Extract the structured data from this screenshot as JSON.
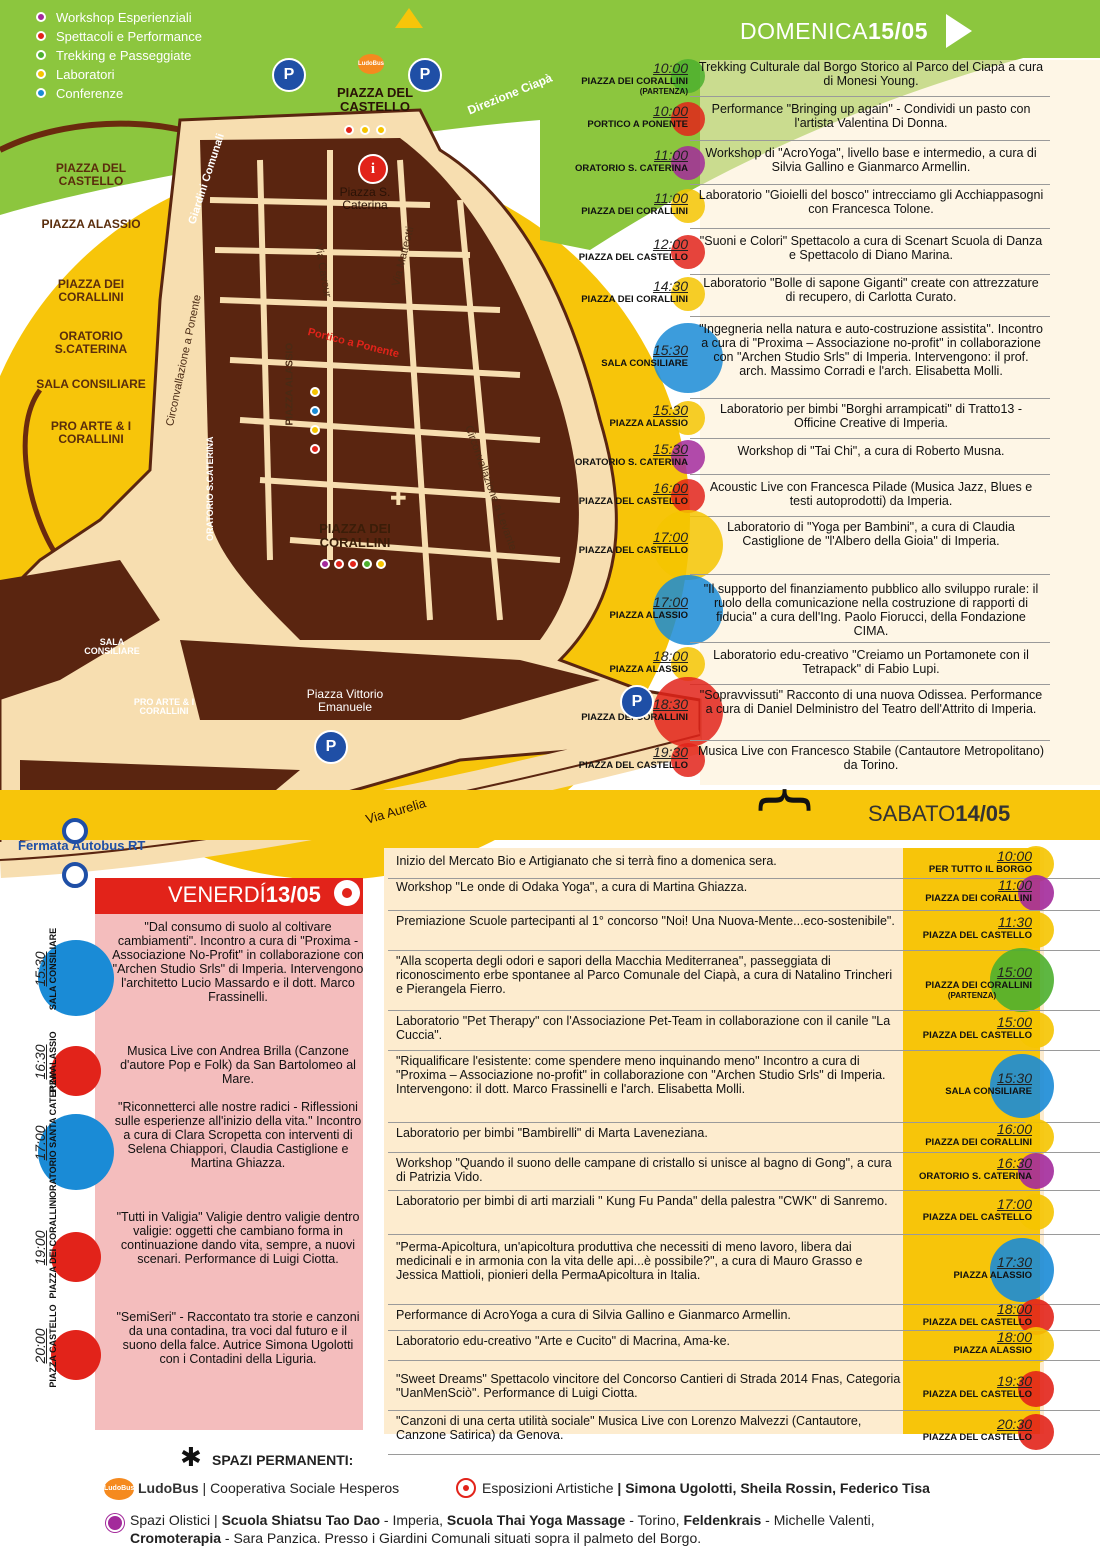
{
  "legend": [
    {
      "label": "Workshop Esperienziali",
      "color": "#a32a9b"
    },
    {
      "label": "Spettacoli e Performance",
      "color": "#e2231a"
    },
    {
      "label": "Trekking e Passeggiate",
      "color": "#4caf2e"
    },
    {
      "label": "Laboratori",
      "color": "#f5c400"
    },
    {
      "label": "Conferenze",
      "color": "#1a8bd6"
    }
  ],
  "colors": {
    "brown": "#5a2510",
    "cream": "#f7deb0",
    "yellow": "#f7c50a",
    "green": "#8cc63e",
    "red": "#e2231a",
    "pink": "#f4bdbd",
    "parking": "#1f4fa6"
  },
  "map": {
    "piazza_castello_label": "PIAZZA DEL CASTELLO",
    "direzione": "Direzione Ciapà",
    "piazza_s_caterina": "Piazza S. Caterina",
    "via_cavour": "Via Cavour",
    "via_matteotti": "Via Matteotti",
    "giardini": "Giardini Comunali",
    "portico": "Portico a Ponente",
    "circ_ponente": "Circonvallazione a Ponente",
    "circ_levante": "Circonvallazione a Levante",
    "piazza_alassio": "PIAZZA ALASSIO",
    "oratorio": "ORATORIO S.CATERINA",
    "piazza_corallini": "PIAZZA DEI CORALLINI",
    "sala_consiliare": "SALA CONSILIARE",
    "pro_arte": "PRO ARTE & I CORALLINI",
    "piazza_vittorio": "Piazza Vittorio Emanuele",
    "via_aurelia": "Via Aurelia",
    "fermata": "Fermata Autobus RT",
    "parking_symbol": "P",
    "info_symbol": "i",
    "ludobus_logo": "LudoBus"
  },
  "side_places": [
    "PIAZZA DEL CASTELLO",
    "PIAZZA ALASSIO",
    "PIAZZA DEI CORALLINI",
    "ORATORIO S.CATERINA",
    "SALA CONSILIARE",
    "PRO ARTE & I CORALLINI"
  ],
  "domenica": {
    "day": "DOMENICA",
    "date": "15/05",
    "rows": [
      {
        "time": "10:00",
        "venue": "PIAZZA DEI CORALLINI",
        "sub": "(PARTENZA)",
        "desc": "Trekking Culturale dal Borgo Storico al Parco del Ciapà a cura di Monesi Young.",
        "color": "#4caf2e"
      },
      {
        "time": "10:00",
        "venue": "PORTICO A PONENTE",
        "sub": "",
        "desc": "Performance \"Bringing up again\" - Condividi un pasto con l'artista Valentina Di Donna.",
        "color": "#e2231a"
      },
      {
        "time": "11:00",
        "venue": "ORATORIO S. CATERINA",
        "sub": "",
        "desc": "Workshop di \"AcroYoga\", livello base e intermedio, a cura di Silvia Gallino e Gianmarco Armellin.",
        "color": "#a32a9b"
      },
      {
        "time": "11:00",
        "venue": "PIAZZA DEI CORALLINI",
        "sub": "",
        "desc": "Laboratorio \"Gioielli del bosco\" intrecciamo gli Acchiappasogni con Francesca Tolone.",
        "color": "#f5c400"
      },
      {
        "time": "12:00",
        "venue": "PIAZZA DEL CASTELLO",
        "sub": "",
        "desc": "\"Suoni e Colori\" Spettacolo a cura di Scenart Scuola di Danza e Spettacolo di Diano Marina.",
        "color": "#e2231a"
      },
      {
        "time": "14:30",
        "venue": "PIAZZA DEI CORALLINI",
        "sub": "",
        "desc": "Laboratorio \"Bolle di sapone Giganti\" create con attrezzature di recupero, di Carlotta Curato.",
        "color": "#f5c400"
      },
      {
        "time": "15:30",
        "venue": "SALA CONSILIARE",
        "sub": "",
        "desc": "\"Ingegneria nella natura e auto-costruzione assistita\". Incontro a cura di \"Proxima – Associazione no-profit\" in collaborazione con \"Archen Studio Srls\" di Imperia. Intervengono: il prof. arch. Massimo Corradi e l'arch. Elisabetta Molli.",
        "color": "#1a8bd6"
      },
      {
        "time": "15:30",
        "venue": "PIAZZA ALASSIO",
        "sub": "",
        "desc": "Laboratorio per bimbi \"Borghi arrampicati\" di Tratto13 - Officine Creative di Imperia.",
        "color": "#f5c400"
      },
      {
        "time": "15:30",
        "venue": "ORATORIO S. CATERINA",
        "sub": "",
        "desc": "Workshop di \"Tai Chi\", a cura di Roberto Musna.",
        "color": "#a32a9b"
      },
      {
        "time": "16:00",
        "venue": "PIAZZA DEL CASTELLO",
        "sub": "",
        "desc": "Acoustic Live con Francesca Pilade (Musica Jazz, Blues e testi autoprodotti) da Imperia.",
        "color": "#e2231a"
      },
      {
        "time": "17:00",
        "venue": "PIAZZA DEL CASTELLO",
        "sub": "",
        "desc": "Laboratorio di \"Yoga per Bambini\", a cura di Claudia Castiglione de \"l'Albero della Gioia\" di Imperia.",
        "color": "#f5c400"
      },
      {
        "time": "17:00",
        "venue": "PIAZZA ALASSIO",
        "sub": "",
        "desc": "\"Il supporto del finanziamento pubblico allo sviluppo rurale: il ruolo della comunicazione nella costruzione di rapporti di fiducia\" a cura dell'Ing. Paolo Fiorucci, della Fondazione CIMA.",
        "color": "#1a8bd6"
      },
      {
        "time": "18:00",
        "venue": "PIAZZA ALASSIO",
        "sub": "",
        "desc": "Laboratorio edu-creativo \"Creiamo un Portamonete con il Tetrapack\" di Fabio Lupi.",
        "color": "#f5c400"
      },
      {
        "time": "18:30",
        "venue": "PIAZZA DEI CORALLINI",
        "sub": "",
        "desc": "\"Sopravvissuti\" Racconto di una nuova Odissea. Performance a cura di Daniel Delministro del Teatro dell'Attrito di Imperia.",
        "color": "#e2231a"
      },
      {
        "time": "19:30",
        "venue": "PIAZZA DEL CASTELLO",
        "sub": "",
        "desc": "Musica Live con Francesco Stabile (Cantautore Metropolitano) da Torino.",
        "color": "#e2231a"
      }
    ]
  },
  "sabato": {
    "day": "SABATO",
    "date": "14/05",
    "rows": [
      {
        "time": "10:00",
        "venue": "PER TUTTO IL BORGO",
        "sub": "",
        "desc": "Inizio del Mercato Bio e Artigianato che si terrà fino a domenica sera.",
        "color": "#f5c400"
      },
      {
        "time": "11:00",
        "venue": "PIAZZA DEI CORALLINI",
        "sub": "",
        "desc": "Workshop \"Le onde di Odaka Yoga\", a cura di Martina Ghiazza.",
        "color": "#a32a9b"
      },
      {
        "time": "11:30",
        "venue": "PIAZZA DEL CASTELLO",
        "sub": "",
        "desc": "Premiazione Scuole partecipanti al 1° concorso \"Noi! Una Nuova-Mente...eco-sostenibile\".",
        "color": "#f5c400"
      },
      {
        "time": "15:00",
        "venue": "PIAZZA DEI CORALLINI",
        "sub": "(PARTENZA)",
        "desc": "\"Alla scoperta degli odori e sapori della Macchia Mediterranea\", passeggiata di riconoscimento erbe spontanee al Parco Comunale del Ciapà, a cura di Natalino Trincheri e Pierangela Fierro.",
        "color": "#4caf2e"
      },
      {
        "time": "15:00",
        "venue": "PIAZZA DEL CASTELLO",
        "sub": "",
        "desc": "Laboratorio \"Pet Therapy\" con l'Associazione Pet-Team in collaborazione con il canile \"La Cuccia\".",
        "color": "#f5c400"
      },
      {
        "time": "15:30",
        "venue": "SALA CONSILIARE",
        "sub": "",
        "desc": "\"Riqualificare l'esistente: come spendere meno inquinando meno\" Incontro a cura di \"Proxima – Associazione no-profit\" in collaborazione con \"Archen Studio Srls\" di Imperia. Intervengono: il dott. Marco Frassinelli e l'arch. Elisabetta Molli.",
        "color": "#1a8bd6"
      },
      {
        "time": "16:00",
        "venue": "PIAZZA DEI CORALLINI",
        "sub": "",
        "desc": "Laboratorio per bimbi \"Bambirelli\" di Marta Laveneziana.",
        "color": "#f5c400"
      },
      {
        "time": "16:30",
        "venue": "ORATORIO S. CATERINA",
        "sub": "",
        "desc": "Workshop \"Quando il suono delle campane di cristallo si unisce al bagno di Gong\", a cura di Patrizia Vido.",
        "color": "#a32a9b"
      },
      {
        "time": "17:00",
        "venue": "PIAZZA DEL CASTELLO",
        "sub": "",
        "desc": "Laboratorio per bimbi di arti marziali \" Kung Fu Panda\" della palestra \"CWK\" di Sanremo.",
        "color": "#f5c400"
      },
      {
        "time": "17:30",
        "venue": "PIAZZA ALASSIO",
        "sub": "",
        "desc": "\"Perma-Apicoltura, un'apicoltura produttiva che necessiti di meno lavoro, libera dai medicinali e in armonia con la vita delle api...è possibile?\", a cura di Mauro Grasso e Jessica Mattioli, pionieri della PermaApicoltura in Italia.",
        "color": "#1a8bd6"
      },
      {
        "time": "18:00",
        "venue": "PIAZZA DEL CASTELLO",
        "sub": "",
        "desc": "Performance di AcroYoga a cura di Silvia Gallino e Gianmarco Armellin.",
        "color": "#e2231a"
      },
      {
        "time": "18:00",
        "venue": "PIAZZA ALASSIO",
        "sub": "",
        "desc": "Laboratorio edu-creativo \"Arte e Cucito\" di Macrina, Ama-ke.",
        "color": "#f5c400"
      },
      {
        "time": "19:30",
        "venue": "PIAZZA DEL CASTELLO",
        "sub": "",
        "desc": "\"Sweet Dreams\" Spettacolo vincitore del Concorso Cantieri di Strada 2014 Fnas, Categoria \"UanMenSciò\". Performance di Luigi Ciotta.",
        "color": "#e2231a"
      },
      {
        "time": "20:30",
        "venue": "PIAZZA DEL CASTELLO",
        "sub": "",
        "desc": "\"Canzoni di una certa utilità sociale\" Musica Live con Lorenzo Malvezzi (Cantautore, Canzone Satirica) da Genova.",
        "color": "#e2231a"
      }
    ]
  },
  "venerdi": {
    "day": "VENERDÍ",
    "date": "13/05",
    "rows": [
      {
        "time": "15:30",
        "venue": "SALA CONSILIARE",
        "desc": "\"Dal consumo di suolo al coltivare cambiamenti\". Incontro a cura di \"Proxima - Associazione No-Profit\" in collaborazione con \"Archen Studio Srls\" di Imperia. Intervengono l'architetto Lucio Massardo e il dott. Marco Frassinelli.",
        "color": "#1a8bd6"
      },
      {
        "time": "16:30",
        "venue": "P.ZA ALASSIO",
        "desc": "Musica Live con Andrea Brilla (Canzone d'autore Pop e Folk) da San Bartolomeo al Mare.",
        "color": "#e2231a"
      },
      {
        "time": "17:00",
        "venue": "ORATORIO SANTA CATERINA",
        "desc": "\"Riconnetterci alle nostre radici - Riflessioni sulle esperienze all'inizio della vita.\" Incontro a cura di Clara Scropetta con interventi di Selena Chiappori, Claudia Castiglione e Martina Ghiazza.",
        "color": "#1a8bd6"
      },
      {
        "time": "19:00",
        "venue": "PIAZZA DEI CORALLINI",
        "desc": "\"Tutti in Valigia\" Valigie dentro valigie dentro valigie: oggetti che cambiano forma in continuazione dando vita, sempre, a nuovi scenari. Performance di Luigi Ciotta.",
        "color": "#e2231a"
      },
      {
        "time": "20:00",
        "venue": "PIAZZA CASTELLO",
        "desc": "\"SemiSeri\" - Raccontato tra storie e canzoni da una contadina, tra voci dal futuro e il suono della falce. Autrice Simona Ugolotti con i Contadini della Liguria.",
        "color": "#e2231a"
      }
    ]
  },
  "footer": {
    "title": "SPAZI PERMANENTI:",
    "ludobus_brand": "LudoBus",
    "ludobus_rest": "| Cooperativa Sociale Hesperos",
    "esposizioni": "Esposizioni Artistiche",
    "artisti": "| Simona Ugolotti, Sheila Rossin, Federico Tisa",
    "olistici_prefix": "Spazi Olistici |",
    "olistici_1": "Scuola Shiatsu Tao Dao",
    "olistici_2": " - Imperia, ",
    "olistici_3": "Scuola Thai Yoga Massage",
    "olistici_4": " - Torino, ",
    "olistici_5": "Feldenkrais",
    "olistici_6": " - Michelle Valenti,",
    "olistici_7": "Cromoterapia",
    "olistici_8": " - Sara Panzica. Presso i Giardini Comunali situati sopra il palmeto del Borgo."
  }
}
